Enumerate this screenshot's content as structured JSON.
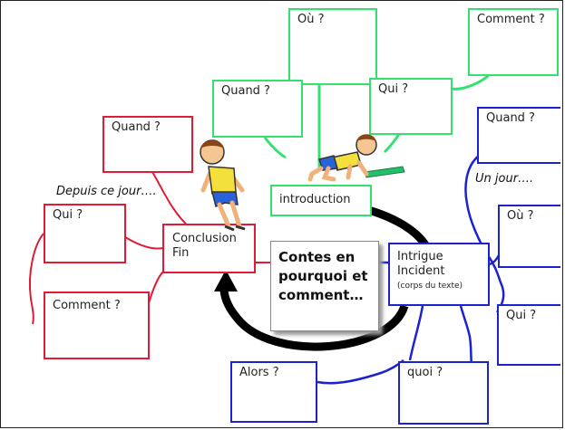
{
  "diagram": {
    "center": {
      "line1": "Contes en",
      "line2": "pourquoi et",
      "line3": "comment…"
    },
    "introduction": "introduction",
    "conclusion": {
      "line1": "Conclusion",
      "line2": "Fin"
    },
    "intrigue": {
      "line1": "Intrigue",
      "line2": "Incident",
      "note": "(corps du texte)"
    },
    "green_boxes": {
      "ou": "Où ?",
      "comment": "Comment ?",
      "quand": "Quand ?",
      "qui": "Qui ?"
    },
    "red_boxes": {
      "quand": "Quand ?",
      "qui": "Qui ?",
      "comment": "Comment ?"
    },
    "blue_boxes": {
      "quand": "Quand ?",
      "ou": "Où ?",
      "qui": "Qui ?",
      "alors": "Alors ?",
      "quoi": "quoi ?"
    },
    "annotations": {
      "depuis": "Depuis ce jour….",
      "un_jour": "Un jour…."
    },
    "colors": {
      "green": "#33e070",
      "red": "#e01c34",
      "blue": "#1c22d0",
      "cycle_arrow": "#000000"
    },
    "figures": [
      "standing-child-figure",
      "crawling-child-figure"
    ]
  }
}
